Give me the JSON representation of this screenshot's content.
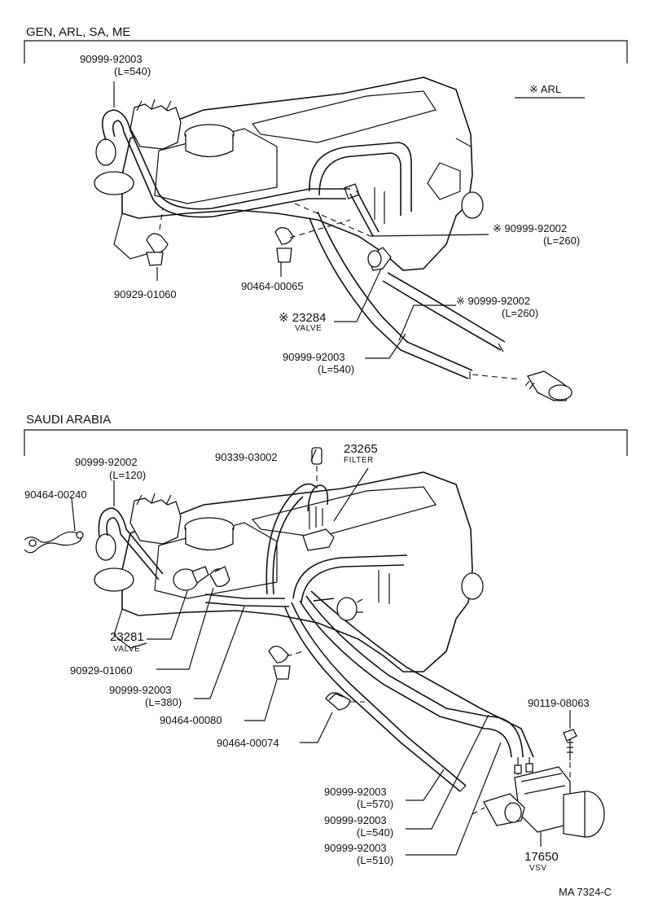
{
  "sections": [
    {
      "title": "GEN, ARL, SA, ME",
      "legend": "※  ARL",
      "callouts": [
        {
          "part": "90999-92003",
          "note": "(L=540)"
        },
        {
          "part": "90929-01060",
          "note": ""
        },
        {
          "part": "90464-00065",
          "note": ""
        },
        {
          "part": "※ 90999-92002",
          "note": "(L=260)"
        },
        {
          "part": "※ 90999-92002",
          "note": "(L=260)"
        },
        {
          "part": "※ 23284",
          "note": "VALVE"
        },
        {
          "part": "90999-92003",
          "note": "(L=540)"
        }
      ]
    },
    {
      "title": "SAUDI ARABIA",
      "callouts": [
        {
          "part": "90999-92002",
          "note": "(L=120)"
        },
        {
          "part": "90464-00240",
          "note": ""
        },
        {
          "part": "90339-03002",
          "note": ""
        },
        {
          "part": "23265",
          "note": "FILTER"
        },
        {
          "part": "23281",
          "note": "VALVE"
        },
        {
          "part": "90929-01060",
          "note": ""
        },
        {
          "part": "90999-92003",
          "note": "(L=380)"
        },
        {
          "part": "90464-00080",
          "note": ""
        },
        {
          "part": "90464-00074",
          "note": ""
        },
        {
          "part": "90119-08063",
          "note": ""
        },
        {
          "part": "90999-92003",
          "note": "(L=570)"
        },
        {
          "part": "90999-92003",
          "note": "(L=540)"
        },
        {
          "part": "90999-92003",
          "note": "(L=510)"
        },
        {
          "part": "17650",
          "note": "VSV"
        }
      ]
    }
  ],
  "footer_code": "MA 7324-C"
}
